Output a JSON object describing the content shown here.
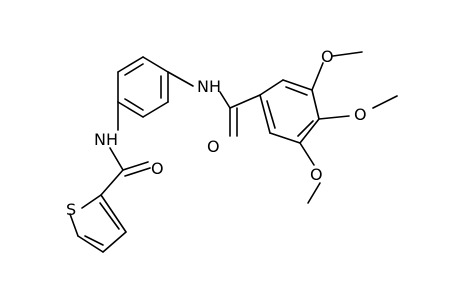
{
  "atom_labels": {
    "nh_top": "NH",
    "nh_left": "NH",
    "o_amide_right": "O",
    "o_amide_left": "O",
    "o_methoxy_top": "O",
    "o_methoxy_mid": "O",
    "o_methoxy_bottom": "O",
    "s_thiophene": "S"
  },
  "colors": {
    "bond": "#000000",
    "text": "#000000",
    "background": "#ffffff"
  }
}
